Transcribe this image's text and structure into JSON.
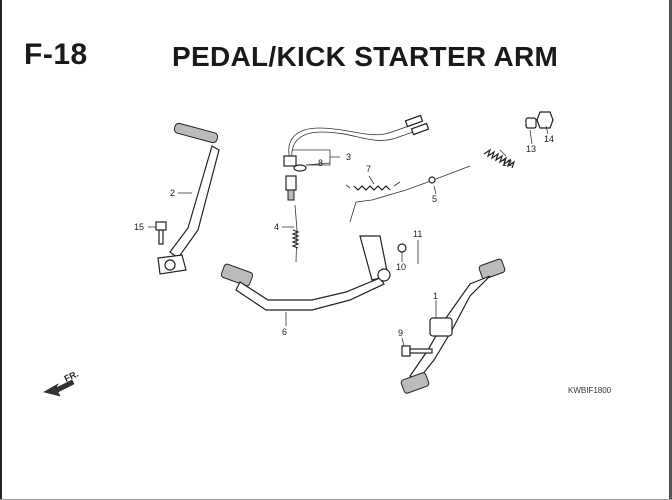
{
  "header": {
    "section_id": "F-18",
    "title": "PEDAL/KICK STARTER ARM"
  },
  "diagram_code": "KWBIF1800",
  "direction_marker": {
    "label": "FR."
  },
  "callouts": {
    "c1": "1",
    "c2": "2",
    "c3": "3",
    "c4": "4",
    "c5": "5",
    "c6": "6",
    "c7": "7",
    "c8": "8",
    "c9": "9",
    "c10": "10",
    "c11": "11",
    "c12": "12",
    "c13": "13",
    "c14": "14",
    "c15": "15"
  }
}
